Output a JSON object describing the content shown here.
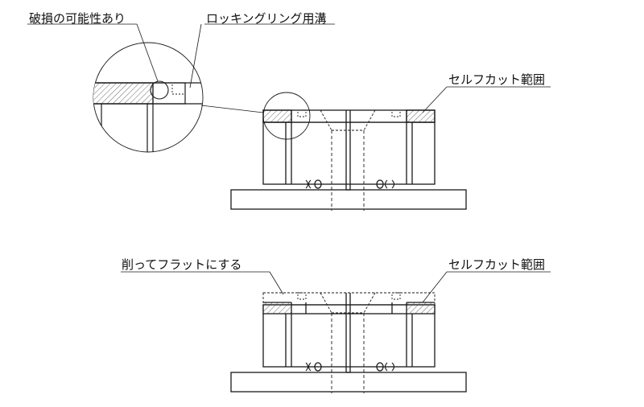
{
  "labels": {
    "damage_possible": "破損の可能性あり",
    "locking_ring_groove": "ロッキングリング用溝",
    "self_cut_range_top": "セルフカット範囲",
    "cut_flat": "削ってフラットにする",
    "self_cut_range_bottom": "セルフカット範囲"
  },
  "colors": {
    "line": "#1a1a1a",
    "hatch": "#444444",
    "dashed": "#555555",
    "background": "#ffffff"
  }
}
